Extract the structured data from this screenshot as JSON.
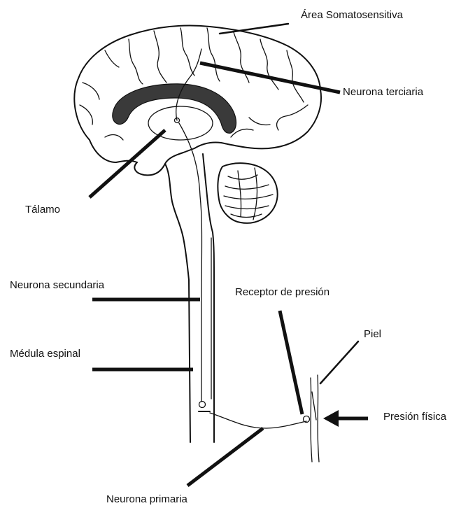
{
  "labels": {
    "area_somatosensitiva": "Área Somatosensitiva",
    "neurona_terciaria": "Neurona terciaria",
    "talamo": "Tálamo",
    "neurona_secundaria": "Neurona secundaria",
    "receptor_presion": "Receptor de presión",
    "piel": "Piel",
    "medula_espinal": "Médula espinal",
    "presion_fisica": "Presión física",
    "neurona_primaria": "Neurona primaria"
  },
  "colors": {
    "ink": "#111111",
    "background": "#ffffff",
    "corpus_callosum": "#3a3a3a"
  }
}
